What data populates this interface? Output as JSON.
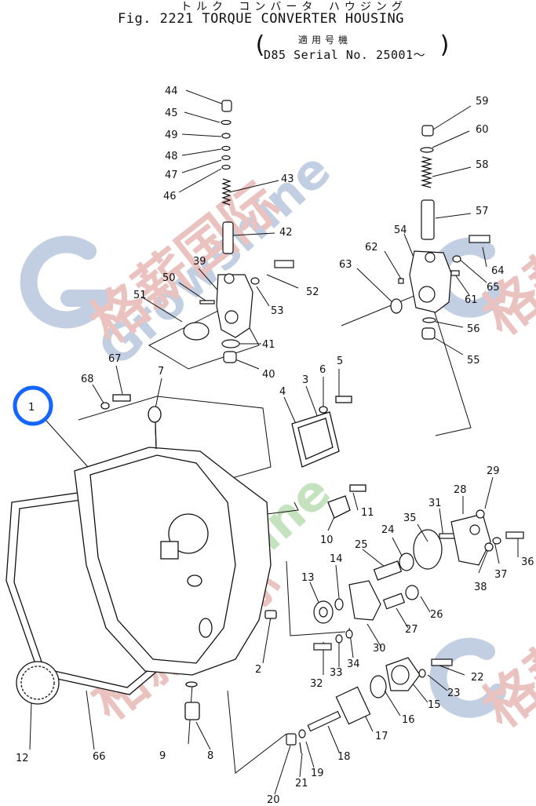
{
  "header": {
    "title_jp": "トルク コンバータ ハウジング",
    "title_fig": "Fig. 2221 TORQUE CONVERTER HOUSING",
    "serial_jp": "適用号機",
    "serial_no": "D85 Serial No. 25001～",
    "paren_open": "(",
    "paren_close": ")"
  },
  "watermark": {
    "brand_text": "Growshine",
    "cn_text": "格薪国际",
    "colors": {
      "blue": "#b8c6dc",
      "green": "#b9ddb2",
      "red": "#e7b9b6"
    }
  },
  "highlight_circle_color": "#1565ff",
  "labels": {
    "l1": "1",
    "l2": "2",
    "l3": "3",
    "l4": "4",
    "l5": "5",
    "l6": "6",
    "l7": "7",
    "l8": "8",
    "l9": "9",
    "l10": "10",
    "l11": "11",
    "l12": "12",
    "l13": "13",
    "l14": "14",
    "l15": "15",
    "l16": "16",
    "l17": "17",
    "l18": "18",
    "l19": "19",
    "l20": "20",
    "l21": "21",
    "l22": "22",
    "l23": "23",
    "l24": "24",
    "l25": "25",
    "l26": "26",
    "l27": "27",
    "l28": "28",
    "l29": "29",
    "l30": "30",
    "l31": "31",
    "l32": "32",
    "l33": "33",
    "l34": "34",
    "l35": "35",
    "l36": "36",
    "l37": "37",
    "l38": "38",
    "l39": "39",
    "l40": "40",
    "l41": "41",
    "l42": "42",
    "l43": "43",
    "l44": "44",
    "l45": "45",
    "l46": "46",
    "l47": "47",
    "l48": "48",
    "l49": "49",
    "l50": "50",
    "l51": "51",
    "l52": "52",
    "l53": "53",
    "l54": "54",
    "l55": "55",
    "l56": "56",
    "l57": "57",
    "l58": "58",
    "l59": "59",
    "l60": "60",
    "l61": "61",
    "l62": "62",
    "l63": "63",
    "l64": "64",
    "l65": "65",
    "l66": "66",
    "l67": "67",
    "l68": "68"
  }
}
